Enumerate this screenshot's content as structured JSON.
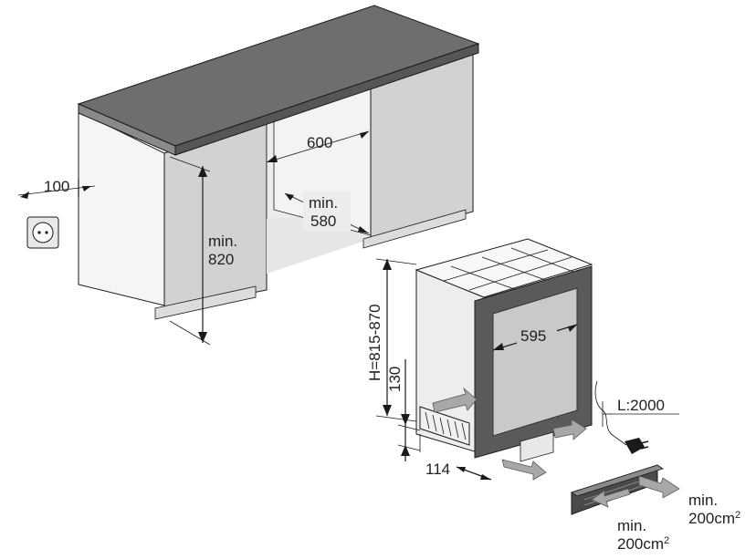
{
  "dimensions": {
    "socket_offset": "100",
    "niche_width": "600",
    "niche_depth_line1": "min.",
    "niche_depth_line2": "580",
    "niche_height_line1": "min.",
    "niche_height_line2": "820",
    "appliance_width": "595",
    "appliance_height": "H=815-870",
    "plinth_height": "130",
    "plinth_depth": "114",
    "cable_length": "L:2000",
    "vent_front_line1": "min.",
    "vent_front_line2": "200cm",
    "vent_front_sup": "2",
    "vent_rear_line1": "min.",
    "vent_rear_line2": "200cm",
    "vent_rear_sup": "2"
  },
  "colors": {
    "countertop": "#6e6e6e",
    "cabinet_front": "#d4d4d4",
    "cabinet_side": "#f4f4f4",
    "niche": "#ececec",
    "door_frame": "#5a5a5a",
    "door_glass": "#c9c9c9",
    "arrow_fill": "#a8a8a8"
  },
  "icons": [
    "wall-socket-icon",
    "power-plug-icon",
    "airflow-arrow-icon"
  ]
}
